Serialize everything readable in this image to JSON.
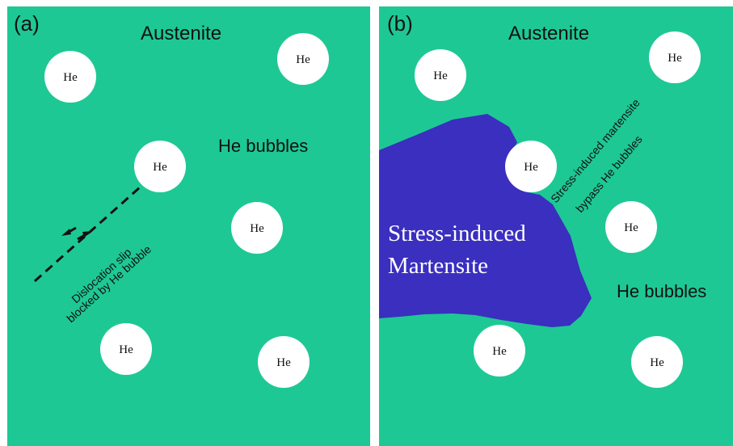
{
  "colors": {
    "austenite": "#1ec894",
    "martensite": "#3a2fbf",
    "bubble": "#ffffff",
    "background": "#ffffff",
    "text": "#111111"
  },
  "panel_a": {
    "tag": "(a)",
    "region_label": "Austenite",
    "bubbles_label": "He bubbles",
    "slip_label_line1": "Dislocation slip",
    "slip_label_line2": "blocked by He bubble",
    "bubble_text": "He"
  },
  "panel_b": {
    "tag": "(b)",
    "region_label": "Austenite",
    "bubbles_label": "He bubbles",
    "martensite_line1": "Stress-induced",
    "martensite_line2": "Martensite",
    "bypass_line1": "Stress-induced martensite",
    "bypass_line2": "bypass He bubbles",
    "bubble_text": "He"
  }
}
